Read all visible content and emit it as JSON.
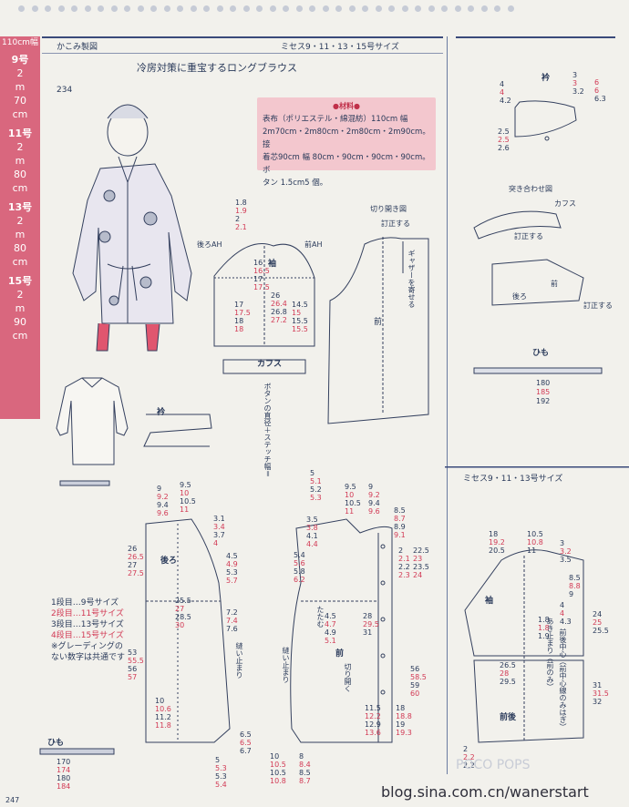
{
  "header": {
    "title_left": "かこみ製図",
    "title_right": "ミセス9・11・13・15号サイズ",
    "subtitle": "冷房対策に重宝するロングブラウス",
    "item_no": "234",
    "page_no": "247"
  },
  "sidebar": {
    "width_label": "110cm幅",
    "sizes": [
      {
        "size": "9号",
        "lines": [
          "2",
          "m",
          "70",
          "cm"
        ]
      },
      {
        "size": "11号",
        "lines": [
          "2",
          "m",
          "80",
          "cm"
        ]
      },
      {
        "size": "13号",
        "lines": [
          "2",
          "m",
          "80",
          "cm"
        ]
      },
      {
        "size": "15号",
        "lines": [
          "2",
          "m",
          "90",
          "cm"
        ]
      }
    ]
  },
  "materials": {
    "title": "●材料●",
    "line1": "表布（ポリエステル・綿混紡）110cm 幅",
    "line2": "2m70cm・2m80cm・2m80cm・2m90cm。接",
    "line3": "着芯90cm 幅 80cm・90cm・90cm・90cm。ボ",
    "line4": "タン 1.5cm5 個。"
  },
  "legend": {
    "l1": "1段目…9号サイズ",
    "l2": "2段目…11号サイズ",
    "l3": "3段目…13号サイズ",
    "l4": "4段目…15号サイズ",
    "l5": "※グレーディングの",
    "l6": "ない数字は共通です"
  },
  "labels": {
    "sleeve": "袖",
    "cuffs": "カフス",
    "collar": "衿",
    "back": "後ろ",
    "front": "前",
    "tie": "ひも",
    "cut_open": "切り開き図",
    "adjust": "訂正する",
    "gather": "ギャザーを寄せる",
    "back_ah": "後ろAH",
    "front_ah": "前AH",
    "button_note": "ボタンの直径＋ステッチ幅＝",
    "join": "突き合わせ図",
    "sew_stop": "縫い止まり",
    "cut_open2": "切り開く",
    "tatamu": "たたむ",
    "front_back": "前後",
    "right_section": "ミセス9・11・13号サイズ",
    "open_stop": "あき止まり（前のみ）",
    "center_line": "前後中心（前中心線のみはぎ）",
    "watermark": "POCO POPS",
    "url": "blog.sina.com.cn/wanerstart"
  },
  "sleeve_dims": {
    "a": [
      "1.8",
      "1.9",
      "2",
      "2.1"
    ],
    "b": [
      "16",
      "16.5",
      "17",
      "17.5"
    ],
    "c": [
      "17",
      "17.5",
      "18",
      "18"
    ],
    "d": [
      "26",
      "26.4",
      "26.8",
      "27.2"
    ],
    "e": [
      "14.5",
      "15",
      "15.5",
      "15.5"
    ]
  },
  "tie_dims": {
    "left": [
      "170",
      "174",
      "180",
      "184"
    ],
    "right": [
      "180",
      "185",
      "192"
    ]
  },
  "back_dims": {
    "top1": [
      "9",
      "9.2",
      "9.4",
      "9.6"
    ],
    "top2": [
      "9.5",
      "10",
      "10.5",
      "11"
    ],
    "side": [
      "26",
      "26.5",
      "27",
      "27.5"
    ],
    "length": [
      "53",
      "55.5",
      "56",
      "57"
    ],
    "hem": [
      "10",
      "10.6",
      "11.2",
      "11.8"
    ],
    "mid": [
      "25.5",
      "27",
      "28.5",
      "30"
    ],
    "r1": [
      "3.1",
      "3.4",
      "3.7",
      "4"
    ],
    "r2": [
      "4.5",
      "4.9",
      "5.3",
      "5.7"
    ],
    "r3": [
      "7.2",
      "7.4",
      "7.6"
    ],
    "r4": [
      "6.5",
      "6.5",
      "6.7"
    ],
    "bot": [
      "5",
      "5.3",
      "5.3",
      "5.4"
    ]
  },
  "front_dims": {
    "t1": [
      "5",
      "5.1",
      "5.2",
      "5.3"
    ],
    "t2": [
      "3.5",
      "3.8",
      "4.1",
      "4.4"
    ],
    "t3": [
      "5.4",
      "5.6",
      "5.8",
      "6.2"
    ],
    "t4": [
      "4.5",
      "4.7",
      "4.9",
      "5.1"
    ],
    "w1": [
      "9",
      "9.2",
      "9.4",
      "9.6"
    ],
    "w2": [
      "9.5",
      "10",
      "10.5",
      "11"
    ],
    "r1": [
      "8.5",
      "8.7",
      "8.9",
      "9.1"
    ],
    "r2": [
      "2",
      "2.1",
      "2.2",
      "2.3"
    ],
    "r3": [
      "22.5",
      "23",
      "23.5",
      "24"
    ],
    "r4": [
      "28",
      "29.5",
      "31"
    ],
    "len": [
      "56",
      "58.5",
      "59",
      "60"
    ],
    "hem": [
      "11.5",
      "12.2",
      "12.9",
      "13.6"
    ],
    "hr": [
      "18",
      "18.8",
      "19",
      "19.3"
    ],
    "bot": [
      "10",
      "10.5",
      "10.5",
      "10.8"
    ],
    "bot2": [
      "8",
      "8.4",
      "8.5",
      "8.7"
    ]
  },
  "right_dims": {
    "a": [
      "18",
      "19.2",
      "20.5"
    ],
    "b": [
      "10.5",
      "10.8",
      "11"
    ],
    "c": [
      "3",
      "3.2",
      "3.5"
    ],
    "d": [
      "8.5",
      "8.8",
      "9"
    ],
    "e": [
      "24",
      "25",
      "25.5"
    ],
    "f": [
      "26.5",
      "28",
      "29.5"
    ],
    "g": [
      "31",
      "31.5",
      "32"
    ],
    "h": [
      "1.8",
      "1.8",
      "1.9"
    ],
    "i": [
      "4",
      "4",
      "4.3"
    ],
    "j": [
      "2",
      "2.2",
      "2.2"
    ]
  },
  "collar_dims": {
    "a": [
      "3",
      "3",
      "3.2"
    ],
    "b": [
      "6",
      "6",
      "6.3"
    ],
    "c": [
      "4",
      "4",
      "4.2"
    ],
    "d": [
      "2.5",
      "2.5",
      "2.6"
    ]
  }
}
